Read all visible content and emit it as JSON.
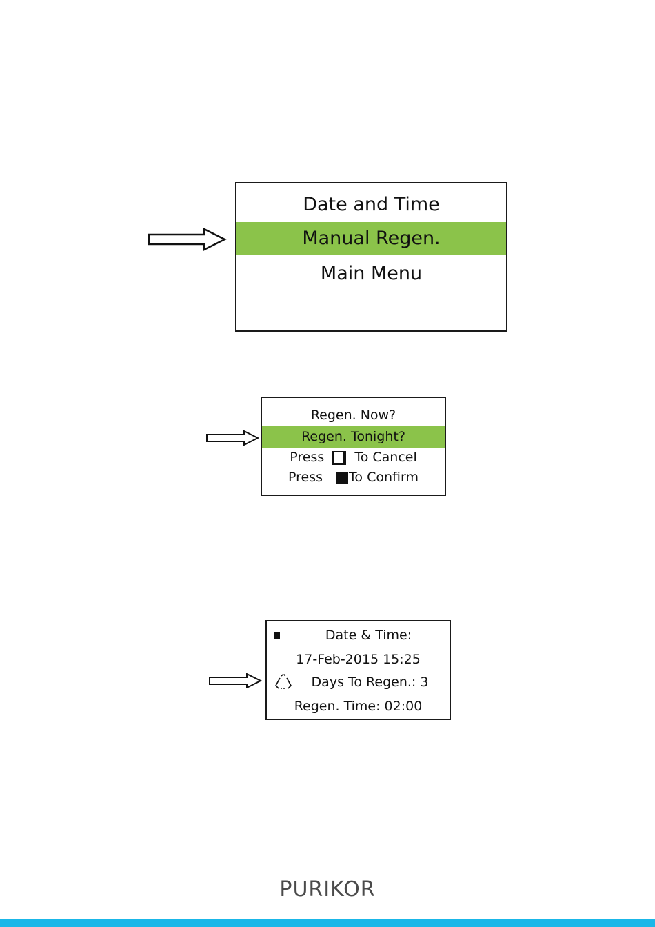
{
  "screen1": {
    "items": [
      "Date and Time",
      "Manual Regen.",
      "Main Menu"
    ]
  },
  "screen2": {
    "line1": "Regen. Now?",
    "line2": "Regen. Tonight?",
    "cancel_press": "Press",
    "cancel_text": "To Cancel",
    "confirm_press": "Press",
    "confirm_text": "To Confirm"
  },
  "screen3": {
    "line1": "Date & Time:",
    "line2": "17-Feb-2015 15:25",
    "line3": "Days To Regen.: 3",
    "line4": "Regen. Time: 02:00"
  },
  "footer": {
    "logo": "PURIKOR",
    "bar_color": "#1ab7e8"
  },
  "colors": {
    "highlight": "#8bc34a"
  }
}
